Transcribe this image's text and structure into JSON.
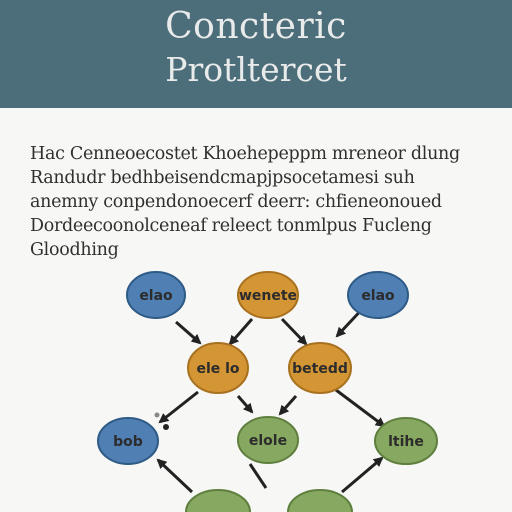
{
  "header": {
    "title_line1": "Concteric",
    "title_line2": "Protltercet"
  },
  "paragraph": [
    "Hac Cenneoecostet Khoehepeppm mreneor dlung",
    "Randudr bedhbeisendcmapjpsocetamesi suh",
    "anemny conpendonoecerf deerr: chfieneonoued",
    "Dordeecoonolceneaf releect tonmlpus Fucleng",
    "Gloodhing"
  ],
  "colors": {
    "header_bg": "#4b6e7a",
    "blue": "#4f7fb3",
    "orange": "#d49535",
    "green": "#86a860"
  },
  "nodes": [
    {
      "id": "n1",
      "label": "elao",
      "color": "blue"
    },
    {
      "id": "n2",
      "label": "wenete",
      "color": "orange"
    },
    {
      "id": "n3",
      "label": "elao",
      "color": "blue"
    },
    {
      "id": "n4",
      "label": "ele lo",
      "color": "orange"
    },
    {
      "id": "n5",
      "label": "betedd",
      "color": "orange"
    },
    {
      "id": "n6",
      "label": "bob",
      "color": "blue"
    },
    {
      "id": "n7",
      "label": "elole",
      "color": "green"
    },
    {
      "id": "n8",
      "label": "ltihe",
      "color": "green"
    },
    {
      "id": "n9",
      "label": "",
      "color": "green"
    },
    {
      "id": "n10",
      "label": "",
      "color": "green"
    }
  ]
}
